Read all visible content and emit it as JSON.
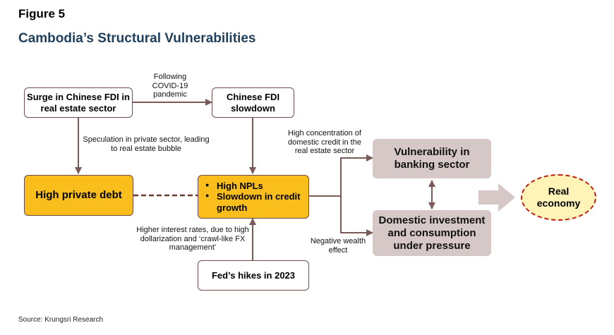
{
  "figure_label": "Figure 5",
  "title": "Cambodia’s Structural Vulnerabilities",
  "boxes": {
    "surge_fdi": "Surge in Chinese FDI in real estate sector",
    "fdi_slowdown": "Chinese FDI slowdown",
    "private_debt": "High private debt",
    "npl_items": [
      "High NPLs",
      "Slowdown in credit growth"
    ],
    "banking": "Vulnerability in banking sector",
    "domestic": "Domestic investment and consumption under pressure",
    "fed": "Fed’s hikes in 2023",
    "real_economy": "Real economy"
  },
  "annotations": {
    "covid": "Following COVID-19 pandemic",
    "speculation": "Speculation in private sector, leading to real estate bubble",
    "concentration": "High concentration of domestic credit in the real estate sector",
    "interest": "Higher interest rates, due to high dollarization and ‘crawl-like FX management’",
    "wealth": "Negative wealth effect"
  },
  "source": "Source: Krungsri Research",
  "colors": {
    "connector": "#7a5a58",
    "highlight_box": "#f9be1b",
    "impact_box": "#d6c8c6",
    "outcome_fill": "#fff3b8",
    "outcome_border": "#c0201b",
    "title": "#1f3f5b",
    "big_arrow": "#d6c8c6"
  }
}
